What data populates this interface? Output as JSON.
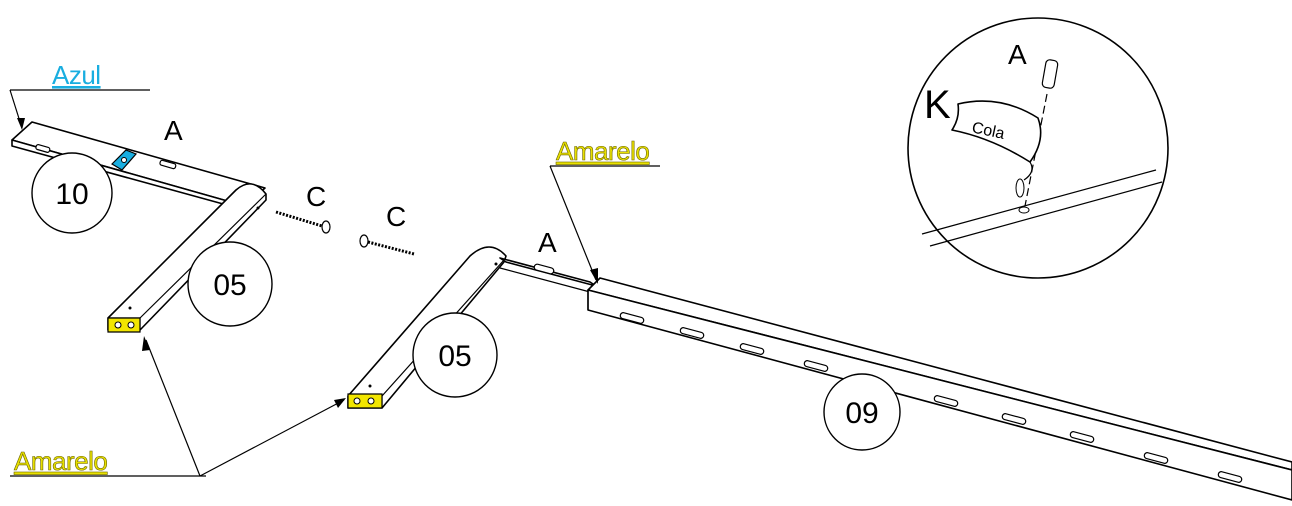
{
  "labels": {
    "azul": "Azul",
    "amarelo_top": "Amarelo",
    "amarelo_bottom": "Amarelo",
    "letter_a_left": "A",
    "letter_c_left": "C",
    "letter_c_right": "C",
    "letter_a_mid": "A",
    "letter_a_detail": "A",
    "letter_k_detail": "K",
    "cola": "Cola"
  },
  "parts": {
    "p10": "10",
    "p05_left": "05",
    "p05_right": "05",
    "p09": "09"
  },
  "colors": {
    "azul": "#19aee0",
    "amarelo": "#f2e600",
    "amarelo_text": "#e8e000",
    "line": "#000000"
  }
}
